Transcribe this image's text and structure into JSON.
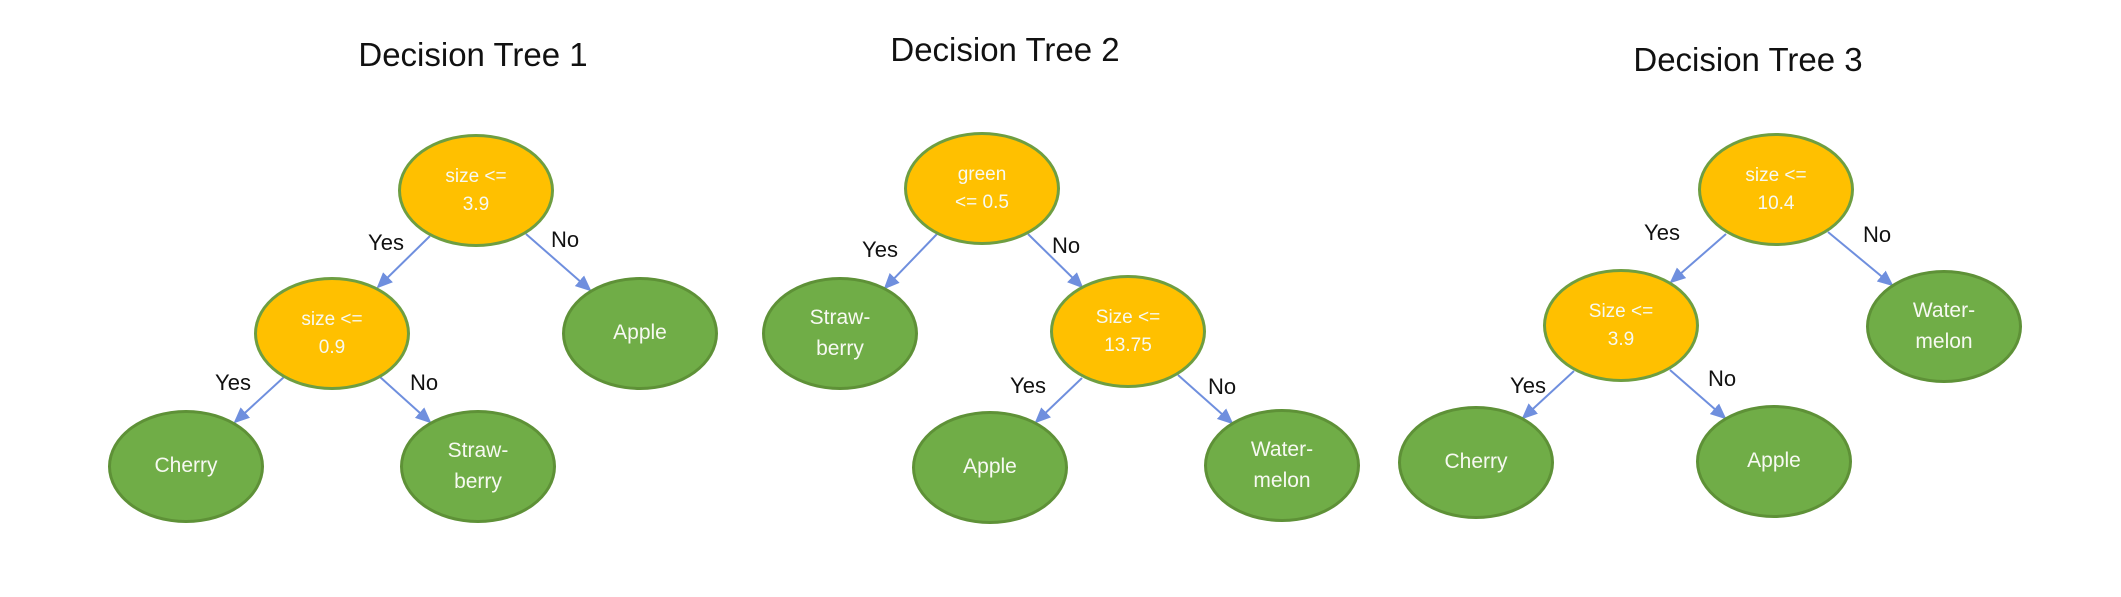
{
  "page": {
    "background": "#ffffff"
  },
  "colors": {
    "page_bg": "#ffffff",
    "decision_fill": "#FFC000",
    "decision_border": "#6E9E41",
    "leaf_fill": "#70AD47",
    "leaf_border": "#5E9137",
    "arrow": "#6F8FDE",
    "node_text": "#F7F9F2",
    "title_text": "#111111",
    "edge_label_text": "#111111"
  },
  "trees": [
    {
      "title": "Decision Tree 1",
      "nodes": {
        "root": {
          "label": "size <=\n3.9",
          "type": "decision"
        },
        "child_yes": {
          "label": "size <=\n0.9",
          "type": "decision"
        },
        "child_no": {
          "label": "Apple",
          "type": "leaf"
        },
        "grandchild_yes": {
          "label": "Cherry",
          "type": "leaf"
        },
        "grandchild_no": {
          "label": "Straw-\nberry",
          "type": "leaf"
        }
      },
      "edges": [
        {
          "from": "root",
          "to": "child_yes",
          "label": "Yes"
        },
        {
          "from": "root",
          "to": "child_no",
          "label": "No"
        },
        {
          "from": "child_yes",
          "to": "grandchild_yes",
          "label": "Yes"
        },
        {
          "from": "child_yes",
          "to": "grandchild_no",
          "label": "No"
        }
      ]
    },
    {
      "title": "Decision Tree 2",
      "nodes": {
        "root": {
          "label": "green\n<= 0.5",
          "type": "decision"
        },
        "child_yes": {
          "label": "Straw-\nberry",
          "type": "leaf"
        },
        "child_no": {
          "label": "Size <=\n13.75",
          "type": "decision"
        },
        "grandchild_yes": {
          "label": "Apple",
          "type": "leaf"
        },
        "grandchild_no": {
          "label": "Water-\nmelon",
          "type": "leaf"
        }
      },
      "edges": [
        {
          "from": "root",
          "to": "child_yes",
          "label": "Yes"
        },
        {
          "from": "root",
          "to": "child_no",
          "label": "No"
        },
        {
          "from": "child_no",
          "to": "grandchild_yes",
          "label": "Yes"
        },
        {
          "from": "child_no",
          "to": "grandchild_no",
          "label": "No"
        }
      ]
    },
    {
      "title": "Decision Tree 3",
      "nodes": {
        "root": {
          "label": "size <=\n10.4",
          "type": "decision"
        },
        "child_yes": {
          "label": "Size <=\n3.9",
          "type": "decision"
        },
        "child_no": {
          "label": "Water-\nmelon",
          "type": "leaf"
        },
        "grandchild_yes": {
          "label": "Cherry",
          "type": "leaf"
        },
        "grandchild_no": {
          "label": "Apple",
          "type": "leaf"
        }
      },
      "edges": [
        {
          "from": "root",
          "to": "child_yes",
          "label": "Yes"
        },
        {
          "from": "root",
          "to": "child_no",
          "label": "No"
        },
        {
          "from": "child_yes",
          "to": "grandchild_yes",
          "label": "Yes"
        },
        {
          "from": "child_yes",
          "to": "grandchild_no",
          "label": "No"
        }
      ]
    }
  ]
}
